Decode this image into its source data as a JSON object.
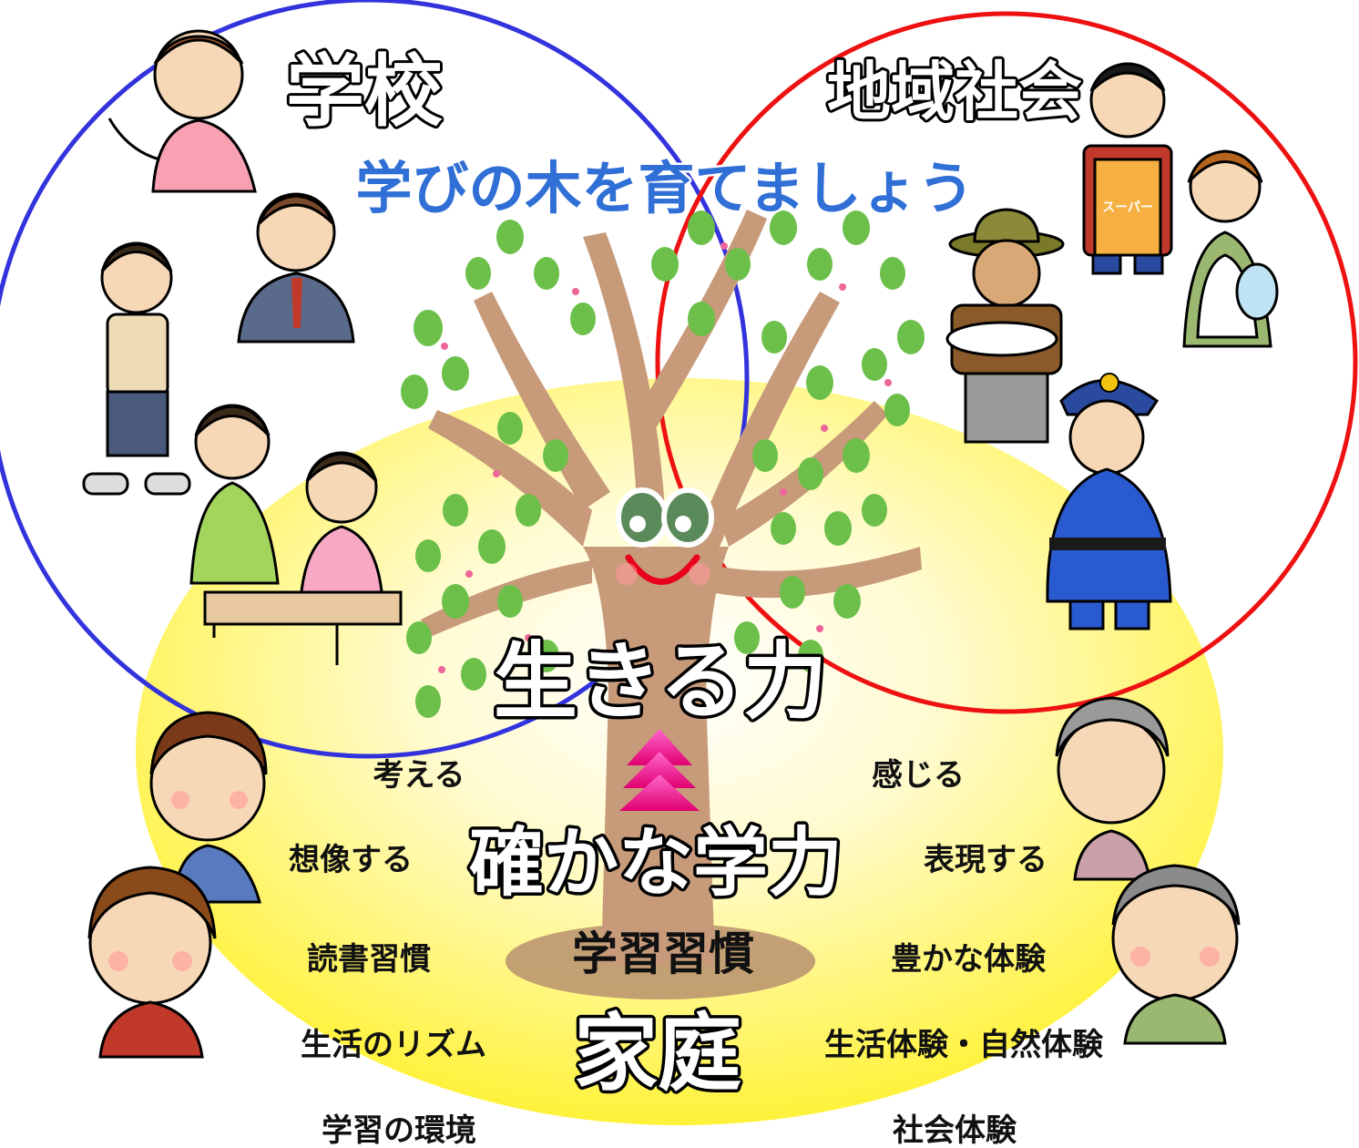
{
  "regions": {
    "school": {
      "label": "学校",
      "color": "#3333dd"
    },
    "community": {
      "label": "地域社会",
      "color": "#ee1111"
    },
    "family": {
      "label": "家庭",
      "color": "#fff23a"
    }
  },
  "slogan": "学びの木を育てましょう",
  "center": {
    "ikiru_chikara": "生きる力",
    "tashika_na_gakuryoku": "確かな学力",
    "gakushu_shukan": "学習習慣"
  },
  "left_labels": [
    "考える",
    "想像する",
    "読書習慣",
    "生活のリズム",
    "学習の環境"
  ],
  "right_labels": [
    "感じる",
    "表現する",
    "豊かな体験",
    "生活体験・自然体験",
    "社会体験"
  ],
  "sign_text": "スーパー",
  "icons": {
    "arrow": "pink-stacked-arrow-icon",
    "tree": "smiling-tree-icon"
  },
  "colors": {
    "arrow": "#ff1493",
    "trunk": "#c79a7a",
    "leaf": "#6cc04a",
    "yellow_center": "#fffde0"
  }
}
